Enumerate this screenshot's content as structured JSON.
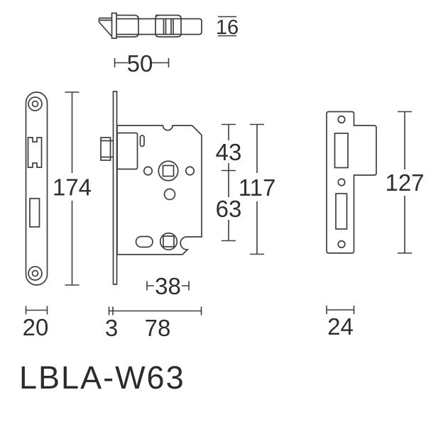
{
  "product_code": "LBLA-W63",
  "colors": {
    "line": "#3e3e3e",
    "text": "#2f2f2f",
    "background": "#ffffff"
  },
  "views": {
    "latch_top": {
      "description": "latch bolt seen from above",
      "height_mm": "16",
      "backset_mm": "50"
    },
    "faceplate_front": {
      "description": "faceplate front elevation",
      "length_mm": "174",
      "width_mm": "20"
    },
    "case_side": {
      "description": "mortise lock case side elevation",
      "top_to_spindle_mm": "43",
      "spindle_to_follower_mm": "63",
      "case_height_mm": "117",
      "follower_width_mm": "38",
      "faceplate_thickness_mm": "3",
      "case_depth_mm": "78"
    },
    "strike_plate": {
      "description": "strike plate front elevation",
      "length_mm": "127",
      "width_mm": "24"
    }
  }
}
